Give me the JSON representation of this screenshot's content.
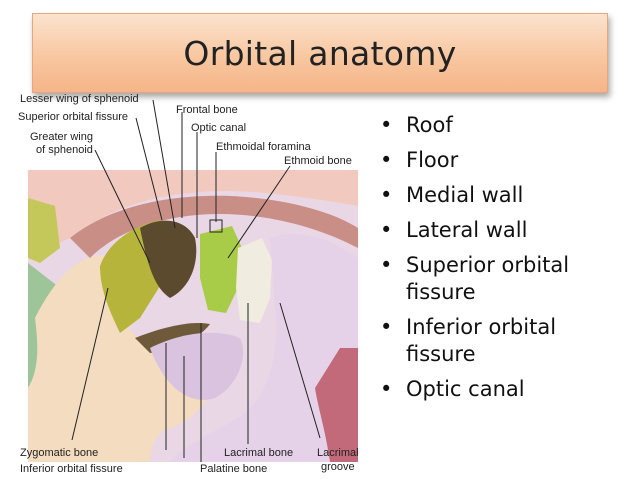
{
  "title": "Orbital anatomy",
  "bullets": [
    "Roof",
    "Floor",
    "Medial wall",
    "Lateral wall",
    "Superior orbital fissure",
    "Inferior orbital fissure",
    "Optic canal"
  ],
  "bullet_symbol": "•",
  "labels": {
    "lesser_wing": "Lesser wing of sphenoid",
    "superior_fissure": "Superior orbital fissure",
    "greater_wing_1": "Greater wing",
    "greater_wing_2": "of sphenoid",
    "frontal": "Frontal bone",
    "optic_canal": "Optic canal",
    "ethmoidal_foramina": "Ethmoidal foramina",
    "ethmoid_bone": "Ethmoid bone",
    "zygomatic": "Zygomatic bone",
    "inferior_fissure": "Inferior orbital fissure",
    "palatine": "Palatine bone",
    "lacrimal_bone": "Lacrimal bone",
    "lacrimal_groove_1": "Lacrimal",
    "lacrimal_groove_2": "groove"
  },
  "colors": {
    "title_bg": "#f8c7a0",
    "frontal": "#f2c9bf",
    "zygomatic": "#f3dcbf",
    "maxilla": "#e6d2e8",
    "sphenoid_greater": "#b7b43c",
    "ethmoid": "#a9cc48",
    "lacrimal": "#f0ece0",
    "nasal": "#c36a7a"
  }
}
